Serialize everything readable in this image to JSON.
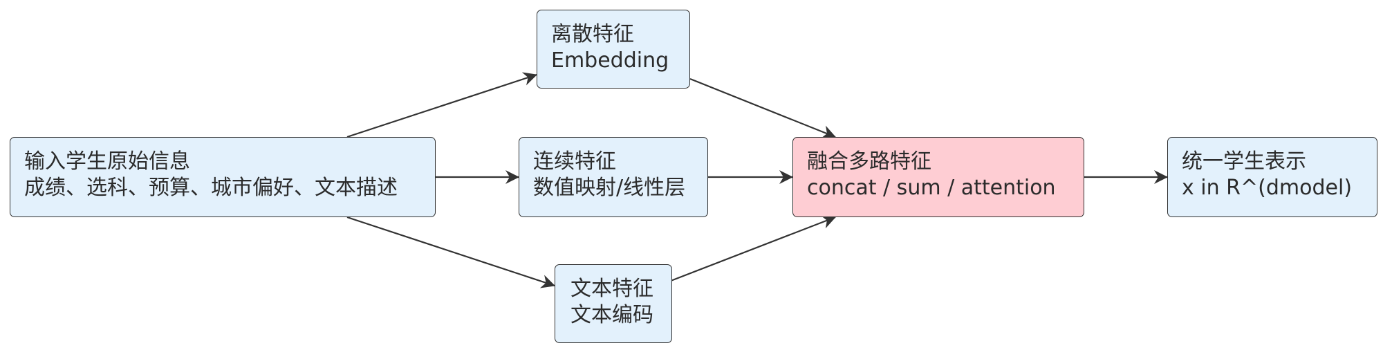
{
  "diagram": {
    "nodes": {
      "input": {
        "line1": "输入学生原始信息",
        "line2": "成绩、选科、预算、城市偏好、文本描述"
      },
      "discrete": {
        "line1": "离散特征",
        "line2": "Embedding"
      },
      "continuous": {
        "line1": "连续特征",
        "line2": "数值映射/线性层"
      },
      "text": {
        "line1": "文本特征",
        "line2": "文本编码"
      },
      "fusion": {
        "line1": "融合多路特征",
        "line2": "concat / sum / attention"
      },
      "output": {
        "line1": "统一学生表示",
        "line2": "x in R^(dmodel)"
      }
    },
    "colors": {
      "node_fill": "#e3f1fc",
      "highlight_fill": "#fecdd3",
      "stroke": "#2f2f2f",
      "arrow": "#333333"
    }
  }
}
